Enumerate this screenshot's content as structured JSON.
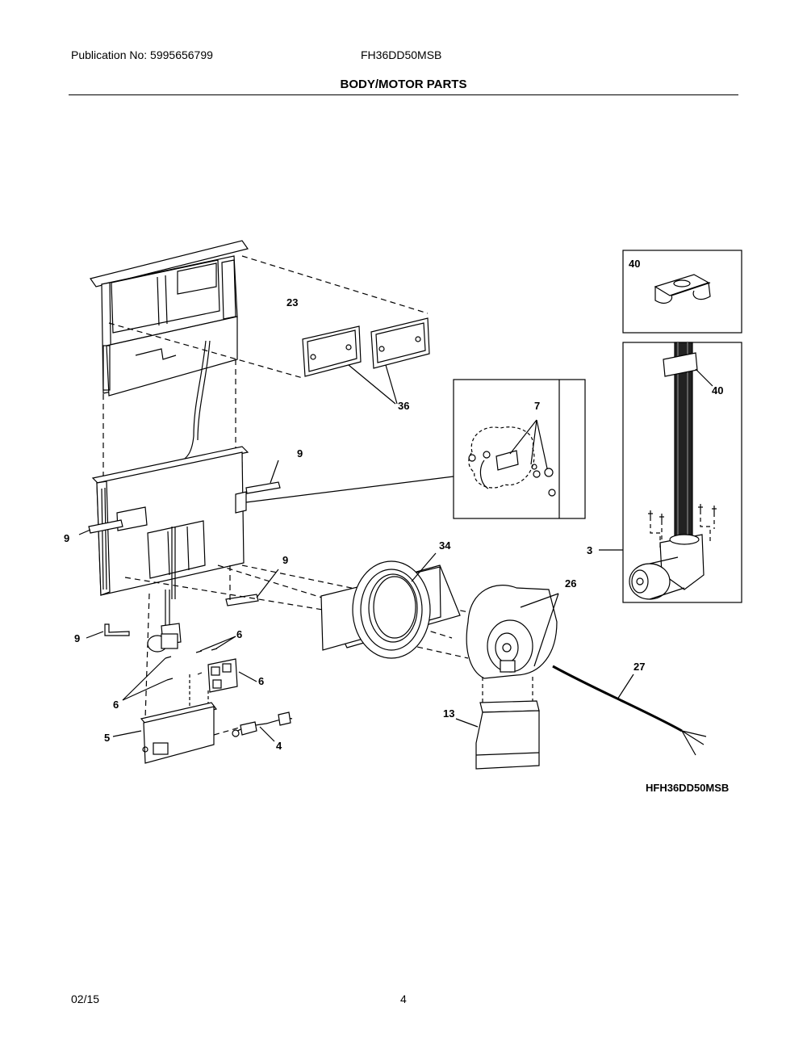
{
  "header": {
    "publication": "Publication No: 5995656799",
    "model": "FH36DD50MSB",
    "title": "BODY/MOTOR PARTS"
  },
  "diagram": {
    "code": "HFH36DD50MSB",
    "callouts": {
      "c40a": "40",
      "c23": "23",
      "c36": "36",
      "c7": "7",
      "c40b": "40",
      "c9a": "9",
      "c9b": "9",
      "c9c": "9",
      "c9d": "9",
      "c34": "34",
      "c3": "3",
      "c26": "26",
      "c6a": "6",
      "c6b": "6",
      "c6c": "6",
      "c27": "27",
      "c13": "13",
      "c5": "5",
      "c4": "4"
    }
  },
  "footer": {
    "date": "02/15",
    "page": "4"
  }
}
